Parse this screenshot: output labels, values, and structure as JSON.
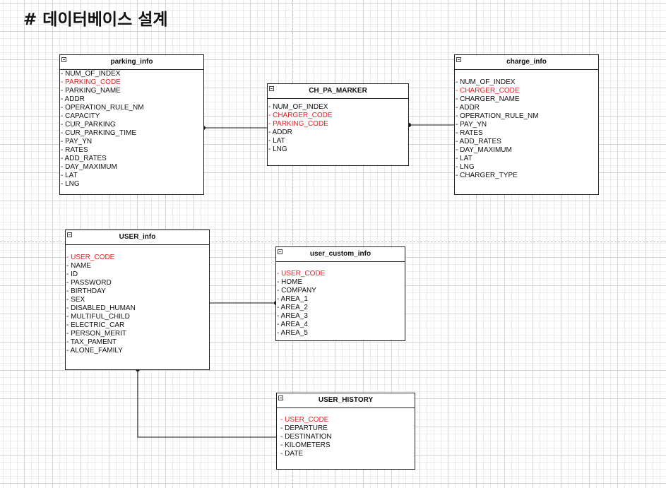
{
  "title": "# 데이터베이스 설계",
  "entities": {
    "parking_info": {
      "name": "parking_info",
      "fields": [
        {
          "text": "- NUM_OF_INDEX",
          "key": false
        },
        {
          "text": "- PARKING_CODE",
          "key": true
        },
        {
          "text": "- PARKING_NAME",
          "key": false
        },
        {
          "text": "- ADDR",
          "key": false
        },
        {
          "text": "- OPERATION_RULE_NM",
          "key": false
        },
        {
          "text": "- CAPACITY",
          "key": false
        },
        {
          "text": "- CUR_PARKING",
          "key": false
        },
        {
          "text": "- CUR_PARKING_TIME",
          "key": false
        },
        {
          "text": "- PAY_YN",
          "key": false
        },
        {
          "text": "- RATES",
          "key": false
        },
        {
          "text": "- ADD_RATES",
          "key": false
        },
        {
          "text": "- DAY_MAXIMUM",
          "key": false
        },
        {
          "text": "- LAT",
          "key": false
        },
        {
          "text": "- LNG",
          "key": false
        }
      ]
    },
    "ch_pa_marker": {
      "name": "CH_PA_MARKER",
      "fields": [
        {
          "text": "- NUM_OF_INDEX",
          "key": false
        },
        {
          "text": "- CHARGER_CODE",
          "key": true
        },
        {
          "text": "- PARKING_CODE",
          "key": true
        },
        {
          "text": "- ADDR",
          "key": false
        },
        {
          "text": "- LAT",
          "key": false
        },
        {
          "text": "- LNG",
          "key": false
        }
      ]
    },
    "charge_info": {
      "name": "charge_info",
      "fields": [
        {
          "text": "- NUM_OF_INDEX",
          "key": false
        },
        {
          "text": "- CHARGER_CODE",
          "key": true
        },
        {
          "text": "- CHARGER_NAME",
          "key": false
        },
        {
          "text": "- ADDR",
          "key": false
        },
        {
          "text": "- OPERATION_RULE_NM",
          "key": false
        },
        {
          "text": "- PAY_YN",
          "key": false
        },
        {
          "text": "- RATES",
          "key": false
        },
        {
          "text": "- ADD_RATES",
          "key": false
        },
        {
          "text": "- DAY_MAXIMUM",
          "key": false
        },
        {
          "text": "- LAT",
          "key": false
        },
        {
          "text": "- LNG",
          "key": false
        },
        {
          "text": "- CHARGER_TYPE",
          "key": false
        }
      ]
    },
    "user_info": {
      "name": "USER_info",
      "fields": [
        {
          "text": "- USER_CODE",
          "key": true
        },
        {
          "text": "- NAME",
          "key": false
        },
        {
          "text": "- ID",
          "key": false
        },
        {
          "text": "- PASSWORD",
          "key": false
        },
        {
          "text": "- BIRTHDAY",
          "key": false
        },
        {
          "text": "- SEX",
          "key": false
        },
        {
          "text": "- DISABLED_HUMAN",
          "key": false
        },
        {
          "text": "- MULTIFUL_CHILD",
          "key": false
        },
        {
          "text": "- ELECTRIC_CAR",
          "key": false
        },
        {
          "text": "- PERSON_MERIT",
          "key": false
        },
        {
          "text": "- TAX_PAMENT",
          "key": false
        },
        {
          "text": "- ALONE_FAMILY",
          "key": false
        }
      ]
    },
    "user_custom_info": {
      "name": "user_custom_info",
      "fields": [
        {
          "text": "- USER_CODE",
          "key": true
        },
        {
          "text": "- HOME",
          "key": false
        },
        {
          "text": "- COMPANY",
          "key": false
        },
        {
          "text": "- AREA_1",
          "key": false
        },
        {
          "text": "- AREA_2",
          "key": false
        },
        {
          "text": "- AREA_3",
          "key": false
        },
        {
          "text": "- AREA_4",
          "key": false
        },
        {
          "text": "- AREA_5",
          "key": false
        }
      ]
    },
    "user_history": {
      "name": "USER_HISTORY",
      "fields": [
        {
          "text": "- USER_CODE",
          "key": true
        },
        {
          "text": "- DEPARTURE",
          "key": false
        },
        {
          "text": "- DESTINATION",
          "key": false
        },
        {
          "text": "- KILOMETERS",
          "key": false
        },
        {
          "text": "- DATE",
          "key": false
        }
      ]
    }
  },
  "colors": {
    "key_field": "#e02020",
    "line": "#111111"
  }
}
